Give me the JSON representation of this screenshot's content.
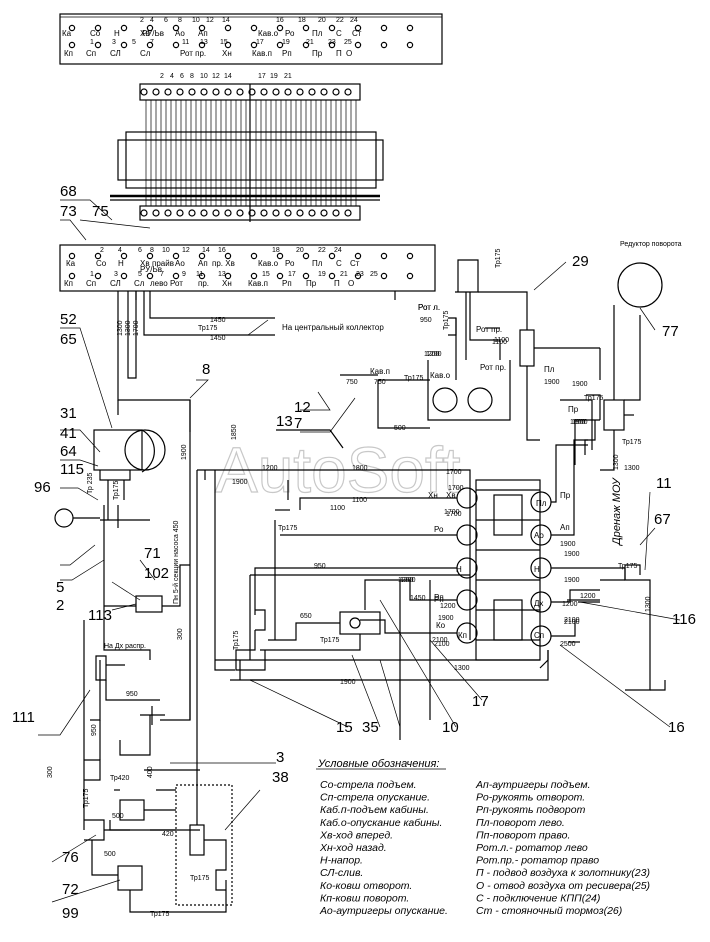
{
  "watermark": "AutoSoft",
  "top_panel_upper_labels": [
    "Ка",
    "Со",
    "Н",
    "Хв",
    "РУ/Ьв",
    "Ао",
    "Ап",
    "Кав.о",
    "Ро",
    "Пл",
    "С",
    "Ст"
  ],
  "top_panel_lower_labels": [
    "Кп",
    "Сп",
    "СЛ",
    "Сл",
    "Рот пр.",
    "Хн",
    "Кав.п",
    "Рп",
    "Пр",
    "П",
    "О"
  ],
  "top_panel_numbers": [
    "1",
    "3",
    "5",
    "7",
    "11",
    "13",
    "15",
    "17",
    "19",
    "21",
    "23",
    "25",
    "2",
    "4",
    "6",
    "8",
    "10",
    "12",
    "14",
    "16",
    "18",
    "20",
    "22",
    "24"
  ],
  "valve_block_numbers": [
    "2",
    "4",
    "6",
    "8",
    "10",
    "12",
    "14",
    "17",
    "19",
    "21"
  ],
  "panel2_upper_labels": [
    "Ка",
    "Со",
    "Н",
    "Хв",
    "прайв",
    "РУ/Ьв",
    "Ао",
    "Ап",
    "пр. Хв",
    "Кав.о",
    "Ро",
    "Пл",
    "С",
    "Ст"
  ],
  "panel2_lower_labels": [
    "Кп",
    "Сп",
    "СЛ",
    "Сл",
    "лево",
    "Рот",
    "пр.",
    "Хн",
    "Кав.п",
    "Рп",
    "Пр",
    "П",
    "О"
  ],
  "panel2_numbers": [
    "1",
    "3",
    "5",
    "7",
    "9",
    "11",
    "13",
    "15",
    "17",
    "19",
    "21",
    "23",
    "25",
    "2",
    "4",
    "6",
    "8",
    "10",
    "12",
    "14",
    "16",
    "18",
    "20",
    "22",
    "24"
  ],
  "callouts": [
    "68",
    "73",
    "75",
    "52",
    "65",
    "31",
    "41",
    "64",
    "115",
    "96",
    "5",
    "2",
    "71",
    "102",
    "113",
    "111",
    "8",
    "12",
    "7",
    "13",
    "29",
    "77",
    "11",
    "67",
    "116",
    "17",
    "16",
    "15",
    "10",
    "35",
    "3",
    "38",
    "76",
    "72",
    "99"
  ],
  "pipe_labels": [
    "1450",
    "1450",
    "1300",
    "1300",
    "1700",
    "1900",
    "1850",
    "1200",
    "1100",
    "1100",
    "1700",
    "1700",
    "1800",
    "950",
    "650",
    "300",
    "1900",
    "1300",
    "1200",
    "1450",
    "2100",
    "750",
    "500",
    "950",
    "1200",
    "1100",
    "1900",
    "1900",
    "1300",
    "1300",
    "2100",
    "2500",
    "1200",
    "1900",
    "500",
    "950",
    "300",
    "400",
    "420",
    "500",
    "1900",
    "Тр175",
    "Тр420",
    "Тр175",
    "Тр 235",
    "Тр175",
    "Тр175",
    "Тр175",
    "Тр175",
    "Тр175",
    "Тр175",
    "Тр175",
    "Тр175",
    "Тр175",
    "Тр175",
    "Тр175",
    "Тр175",
    "Тр175"
  ],
  "annotations": {
    "central_collector": "На центральный коллектор",
    "reducer": "Редуктор поворота",
    "drainage": "Дренаж МОУ",
    "pump_label": "Пн 5-й секции насоса 450",
    "na_dk": "На Дх распр."
  },
  "valve_labels": [
    "Кав.п",
    "Кав.о",
    "Рот л.",
    "Рот пр.",
    "Пл",
    "Пр",
    "Хв",
    "Хн",
    "Ро",
    "Рп",
    "Н",
    "Рп",
    "Ко",
    "Кп",
    "Ап",
    "Ао",
    "Н",
    "Дх",
    "Сп",
    "Пл",
    "Пр",
    "Рот л.",
    "Рот пр."
  ],
  "valve_numbers": [
    "1200",
    "750",
    "950",
    "1100",
    "1900",
    "1900",
    "1700",
    "1700",
    "1200",
    "1900",
    "2100",
    "1200",
    "1900",
    "1900",
    "1200",
    "2100",
    "1300"
  ],
  "legend": {
    "title": "Условные обозначения:",
    "left": [
      "Со-стрела подъем.",
      "Сп-стрела опускание.",
      "Каб.п-подъем кабины.",
      "Каб.о-опускание кабины.",
      "Хв-ход вперед.",
      "Хн-ход назад.",
      "Н-напор.",
      "СЛ-слив.",
      "Ко-ковш отворот.",
      "Кп-ковш поворот.",
      "Ао-аутригеры опускание."
    ],
    "right": [
      "Ап-аутригеры подъем.",
      "Ро-рукоять отворот.",
      "Рп-рукоять подворот",
      "Пл-поворот лево.",
      "Пп-поворот право.",
      "Рот.л.- ротатор лево",
      "Рот.пр.- ротатор право",
      "П - подвод воздуха к золотнику(23)",
      "О - отвод воздуха от ресивера(25)",
      "С - подключение КПП(24)",
      "Ст - стояночный тормоз(26)"
    ]
  }
}
